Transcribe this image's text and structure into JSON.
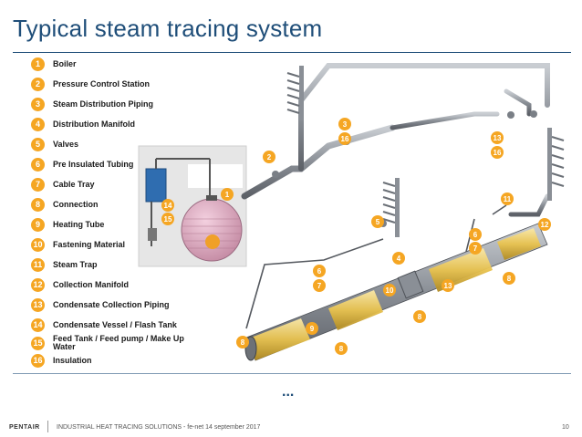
{
  "title": "Typical steam tracing system",
  "legend": [
    {
      "num": "1",
      "label": "Boiler"
    },
    {
      "num": "2",
      "label": "Pressure Control Station"
    },
    {
      "num": "3",
      "label": "Steam Distribution Piping"
    },
    {
      "num": "4",
      "label": "Distribution Manifold"
    },
    {
      "num": "5",
      "label": "Valves"
    },
    {
      "num": "6",
      "label": "Pre Insulated Tubing"
    },
    {
      "num": "7",
      "label": "Cable Tray"
    },
    {
      "num": "8",
      "label": "Connection"
    },
    {
      "num": "9",
      "label": "Heating Tube"
    },
    {
      "num": "10",
      "label": "Fastening Material"
    },
    {
      "num": "11",
      "label": "Steam Trap"
    },
    {
      "num": "12",
      "label": "Collection Manifold"
    },
    {
      "num": "13",
      "label": "Condensate Collection Piping"
    },
    {
      "num": "14",
      "label": "Condensate Vessel / Flash Tank"
    },
    {
      "num": "15",
      "label": "Feed Tank / Feed pump / Make Up Water"
    },
    {
      "num": "16",
      "label": "Insulation"
    }
  ],
  "markers": [
    "1",
    "2",
    "3",
    "16",
    "13",
    "16",
    "11",
    "12",
    "5",
    "4",
    "6",
    "7",
    "14",
    "15",
    "6",
    "7",
    "10",
    "13",
    "8",
    "8",
    "9",
    "8",
    "8"
  ],
  "ellipsis": "...",
  "footer": {
    "brand": "PENTAIR",
    "text": "INDUSTRIAL HEAT TRACING SOLUTIONS - fe-net 14 september 2017",
    "page": "10"
  },
  "colors": {
    "title": "#1f4e79",
    "badge": "#f5a623",
    "pipe": "#8a8f96"
  }
}
